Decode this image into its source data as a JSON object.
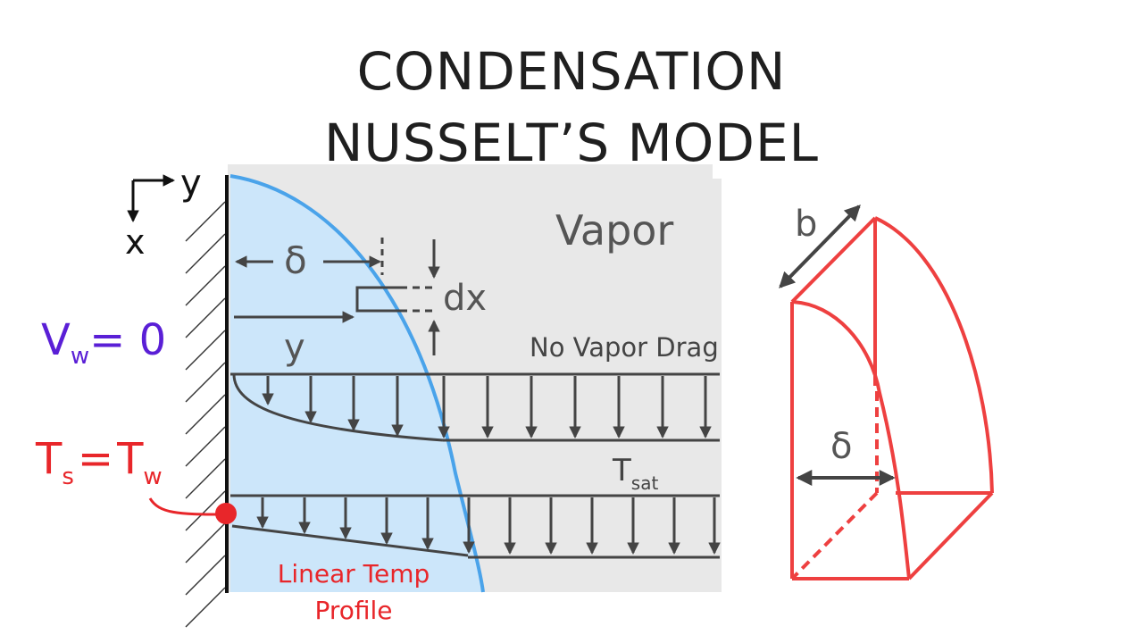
{
  "title": {
    "line1": "CONDENSATION",
    "line2": "NUSSELT’S MODEL"
  },
  "axes": {
    "x_label": "x",
    "y_label": "y"
  },
  "labels": {
    "vapor": "Vapor",
    "delta": "δ",
    "dx": "dx",
    "y": "y",
    "no_vapor_drag": "No Vapor Drag",
    "t_sat_main": "T",
    "t_sat_sub": "sat",
    "linear_temp_line1": "Linear Temp",
    "linear_temp_line2": "Profile"
  },
  "velocity_condition": {
    "v": "V",
    "sub": "w",
    "rest": "= 0"
  },
  "temp_condition": {
    "t1": "T",
    "sub1": "s",
    "eq": "=",
    "t2": "T",
    "sub2": "w"
  },
  "element": {
    "b": "b",
    "delta": "δ"
  },
  "colors": {
    "liquid_fill": "#cce6fa",
    "film_edge": "#4aa3ea",
    "vapor_bg": "#e8e8e8",
    "dark": "#444444",
    "red": "#e8262a",
    "element_red": "#ee4040",
    "purple": "#5a1fd6"
  }
}
